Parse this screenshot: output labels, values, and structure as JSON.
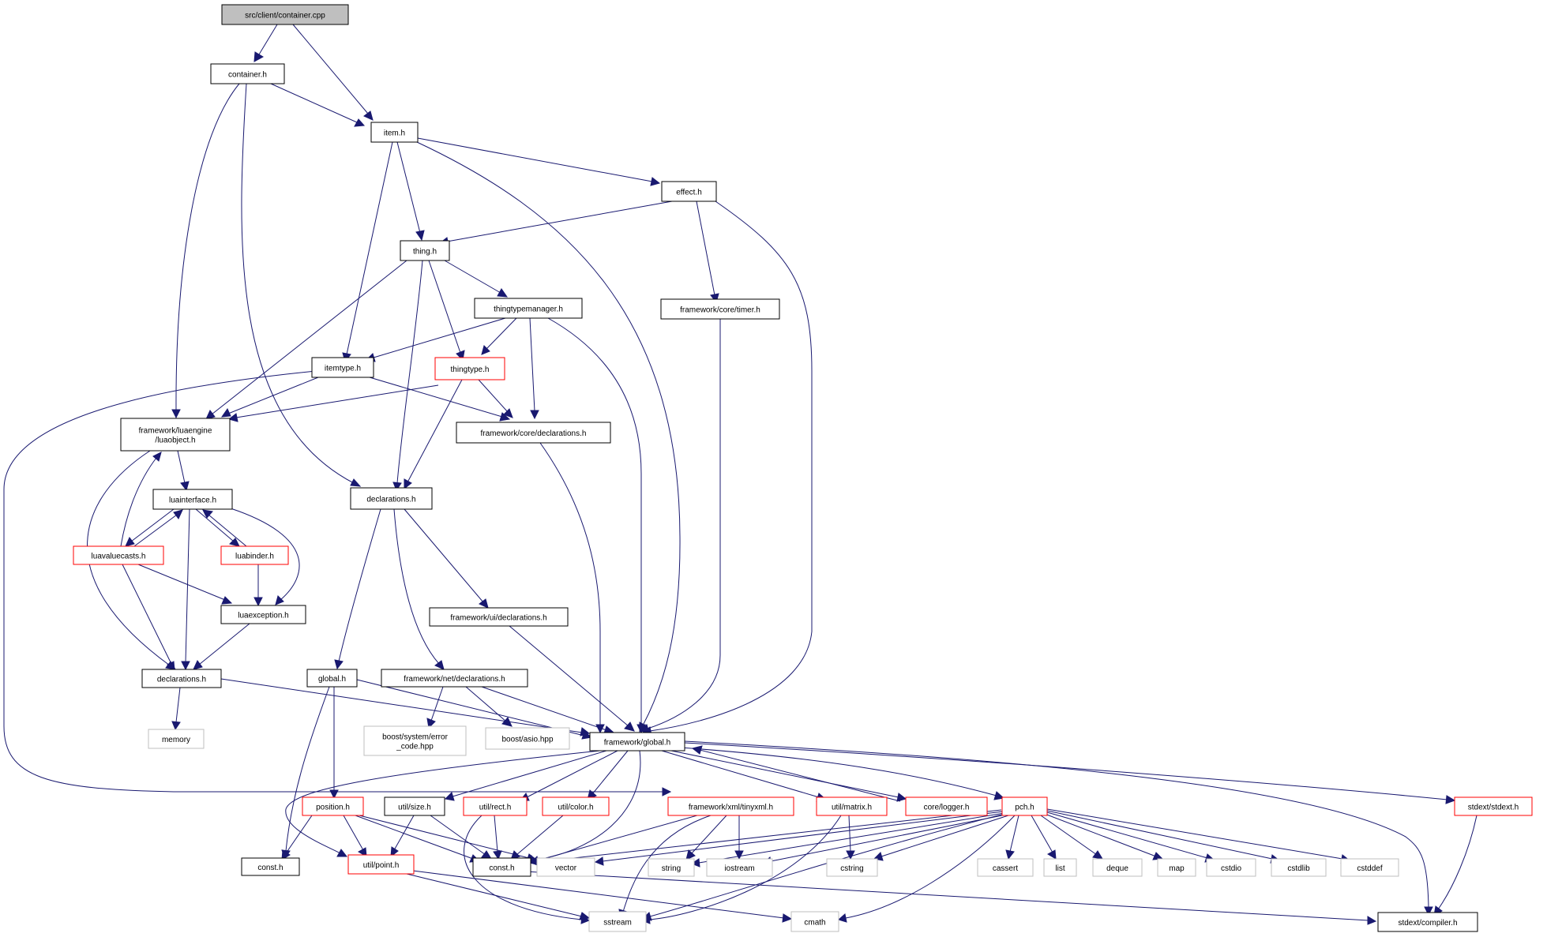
{
  "title": "src/client/container.cpp",
  "colors": {
    "edge": "#191970",
    "border_normal": "#000000",
    "border_truncated": "#ff0000",
    "border_system": "#bfbfbf",
    "fill_root": "#bfbfbf",
    "fill": "#ffffff",
    "text_normal": "#000000",
    "text_system": "#000000"
  },
  "nodes": [
    {
      "id": "n_root",
      "label": [
        "src/client/container.cpp"
      ],
      "kind": "root"
    },
    {
      "id": "n_container",
      "label": [
        "container.h"
      ],
      "kind": "normal"
    },
    {
      "id": "n_item",
      "label": [
        "item.h"
      ],
      "kind": "normal"
    },
    {
      "id": "n_effect",
      "label": [
        "effect.h"
      ],
      "kind": "normal"
    },
    {
      "id": "n_thing",
      "label": [
        "thing.h"
      ],
      "kind": "normal"
    },
    {
      "id": "n_ttm",
      "label": [
        "thingtypemanager.h"
      ],
      "kind": "normal"
    },
    {
      "id": "n_timer",
      "label": [
        "framework/core/timer.h"
      ],
      "kind": "normal"
    },
    {
      "id": "n_itemtype",
      "label": [
        "itemtype.h"
      ],
      "kind": "normal"
    },
    {
      "id": "n_thingtype",
      "label": [
        "thingtype.h"
      ],
      "kind": "truncated"
    },
    {
      "id": "n_luaobject",
      "label": [
        "framework/luaengine",
        "/luaobject.h"
      ],
      "kind": "normal"
    },
    {
      "id": "n_coredecl",
      "label": [
        "framework/core/declarations.h"
      ],
      "kind": "normal"
    },
    {
      "id": "n_luainterface",
      "label": [
        "luainterface.h"
      ],
      "kind": "normal"
    },
    {
      "id": "n_decl",
      "label": [
        "declarations.h"
      ],
      "kind": "normal"
    },
    {
      "id": "n_luavaluecasts",
      "label": [
        "luavaluecasts.h"
      ],
      "kind": "truncated"
    },
    {
      "id": "n_luabinder",
      "label": [
        "luabinder.h"
      ],
      "kind": "truncated"
    },
    {
      "id": "n_luaexception",
      "label": [
        "luaexception.h"
      ],
      "kind": "normal"
    },
    {
      "id": "n_uidecl",
      "label": [
        "framework/ui/declarations.h"
      ],
      "kind": "normal"
    },
    {
      "id": "n_luadecl",
      "label": [
        "declarations.h"
      ],
      "kind": "normal"
    },
    {
      "id": "n_global",
      "label": [
        "global.h"
      ],
      "kind": "normal"
    },
    {
      "id": "n_netdecl",
      "label": [
        "framework/net/declarations.h"
      ],
      "kind": "normal"
    },
    {
      "id": "n_memory",
      "label": [
        "memory"
      ],
      "kind": "system"
    },
    {
      "id": "n_boostsys",
      "label": [
        "boost/system/error",
        "_code.hpp"
      ],
      "kind": "system"
    },
    {
      "id": "n_asio",
      "label": [
        "boost/asio.hpp"
      ],
      "kind": "system"
    },
    {
      "id": "n_fwglobal",
      "label": [
        "framework/global.h"
      ],
      "kind": "normal"
    },
    {
      "id": "n_position",
      "label": [
        "position.h"
      ],
      "kind": "truncated"
    },
    {
      "id": "n_size",
      "label": [
        "util/size.h"
      ],
      "kind": "normal"
    },
    {
      "id": "n_rect",
      "label": [
        "util/rect.h"
      ],
      "kind": "truncated"
    },
    {
      "id": "n_color",
      "label": [
        "util/color.h"
      ],
      "kind": "truncated"
    },
    {
      "id": "n_tinyxml",
      "label": [
        "framework/xml/tinyxml.h"
      ],
      "kind": "truncated"
    },
    {
      "id": "n_matrix",
      "label": [
        "util/matrix.h"
      ],
      "kind": "truncated"
    },
    {
      "id": "n_logger",
      "label": [
        "core/logger.h"
      ],
      "kind": "truncated"
    },
    {
      "id": "n_pch",
      "label": [
        "pch.h"
      ],
      "kind": "truncated"
    },
    {
      "id": "n_stdext",
      "label": [
        "stdext/stdext.h"
      ],
      "kind": "truncated"
    },
    {
      "id": "n_constA",
      "label": [
        "const.h"
      ],
      "kind": "normal"
    },
    {
      "id": "n_point",
      "label": [
        "util/point.h"
      ],
      "kind": "truncated"
    },
    {
      "id": "n_constB",
      "label": [
        "const.h"
      ],
      "kind": "normal"
    },
    {
      "id": "n_vector",
      "label": [
        "vector"
      ],
      "kind": "system"
    },
    {
      "id": "n_string",
      "label": [
        "string"
      ],
      "kind": "system"
    },
    {
      "id": "n_iostream",
      "label": [
        "iostream"
      ],
      "kind": "system"
    },
    {
      "id": "n_cstring",
      "label": [
        "cstring"
      ],
      "kind": "system"
    },
    {
      "id": "n_cassert",
      "label": [
        "cassert"
      ],
      "kind": "system"
    },
    {
      "id": "n_list",
      "label": [
        "list"
      ],
      "kind": "system"
    },
    {
      "id": "n_deque",
      "label": [
        "deque"
      ],
      "kind": "system"
    },
    {
      "id": "n_map",
      "label": [
        "map"
      ],
      "kind": "system"
    },
    {
      "id": "n_cstdio",
      "label": [
        "cstdio"
      ],
      "kind": "system"
    },
    {
      "id": "n_cstdlib",
      "label": [
        "cstdlib"
      ],
      "kind": "system"
    },
    {
      "id": "n_cstddef",
      "label": [
        "cstddef"
      ],
      "kind": "system"
    },
    {
      "id": "n_sstream",
      "label": [
        "sstream"
      ],
      "kind": "system"
    },
    {
      "id": "n_cmath",
      "label": [
        "cmath"
      ],
      "kind": "system"
    },
    {
      "id": "n_compiler",
      "label": [
        "stdext/compiler.h"
      ],
      "kind": "normal"
    }
  ]
}
